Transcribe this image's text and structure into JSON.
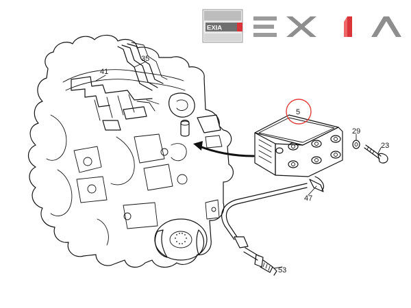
{
  "brand": {
    "badge_text": "EXIA",
    "wordmark": "EXIA",
    "accent_color": "#d9343a",
    "gray_color": "#8a8a8a"
  },
  "diagram": {
    "highlight_color": "#e23c3c",
    "callouts": [
      {
        "id": "c35",
        "label": "35"
      },
      {
        "id": "c41",
        "label": "41"
      },
      {
        "id": "c5",
        "label": "5"
      },
      {
        "id": "c29",
        "label": "29"
      },
      {
        "id": "c23",
        "label": "23"
      },
      {
        "id": "c47",
        "label": "47"
      },
      {
        "id": "c53",
        "label": "53"
      }
    ]
  }
}
